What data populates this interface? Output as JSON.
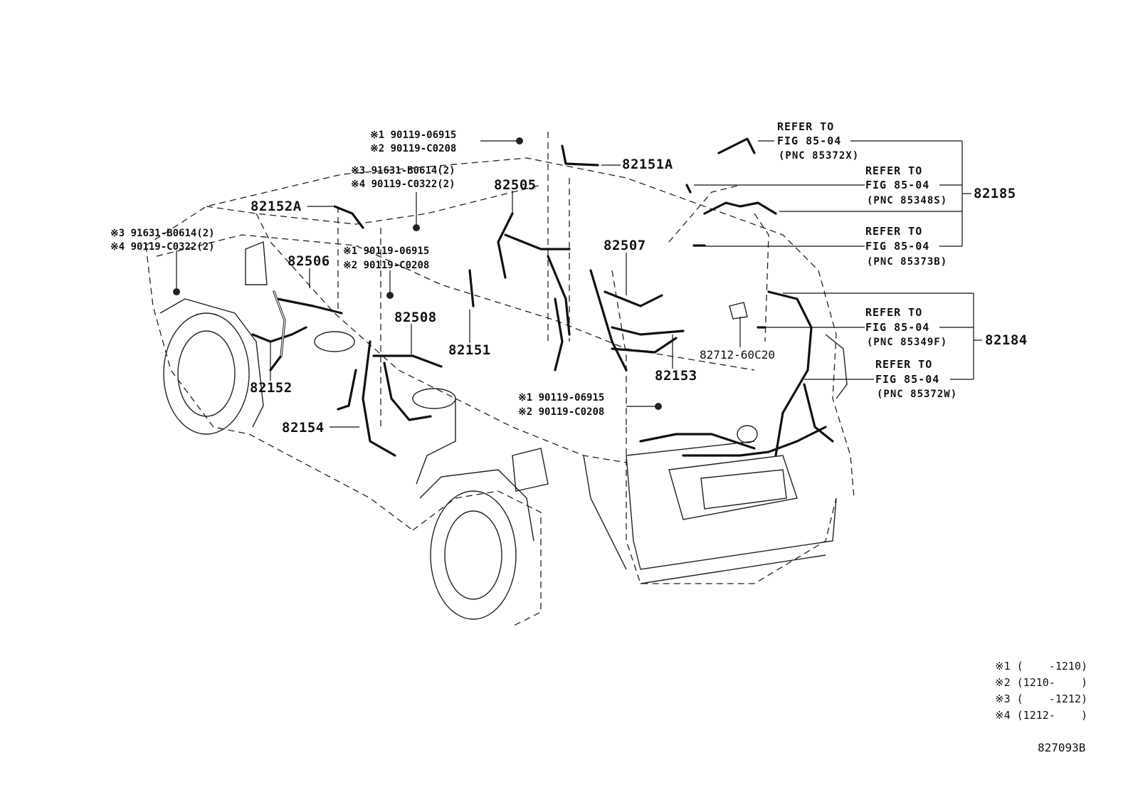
{
  "figure_code": "827093B",
  "part_numbers": {
    "p82151A": "82151A",
    "p82152A": "82152A",
    "p82505": "82505",
    "p82506": "82506",
    "p82507": "82507",
    "p82508": "82508",
    "p82151": "82151",
    "p82152": "82152",
    "p82153": "82153",
    "p82154": "82154",
    "p82185": "82185",
    "p82184": "82184",
    "p82712": "82712-60C20"
  },
  "fasteners": {
    "top": [
      "※1 90119-06915",
      "※2 90119-C0208"
    ],
    "upper": [
      "※3 91631-B0614(2)",
      "※4 90119-C0322(2)"
    ],
    "left": [
      "※3 91631-B0614(2)",
      "※4 90119-C0322(2)"
    ],
    "middle": [
      "※1 90119-06915",
      "※2 90119-C0208"
    ],
    "lower": [
      "※1 90119-06915",
      "※2 90119-C0208"
    ]
  },
  "references": [
    {
      "refer": "REFER TO",
      "fig": "FIG 85-04",
      "pnc": "(PNC 85372X)"
    },
    {
      "refer": "REFER TO",
      "fig": "FIG 85-04",
      "pnc": "(PNC 85348S)"
    },
    {
      "refer": "REFER TO",
      "fig": "FIG 85-04",
      "pnc": "(PNC 85373B)"
    },
    {
      "refer": "REFER TO",
      "fig": "FIG 85-04",
      "pnc": "(PNC 85349F)"
    },
    {
      "refer": "REFER TO",
      "fig": "FIG 85-04",
      "pnc": "(PNC 85372W)"
    }
  ],
  "legend_notes": [
    "※1 (    -1210)",
    "※2 (1210-    )",
    "※3 (    -1212)",
    "※4 (1212-    )"
  ]
}
